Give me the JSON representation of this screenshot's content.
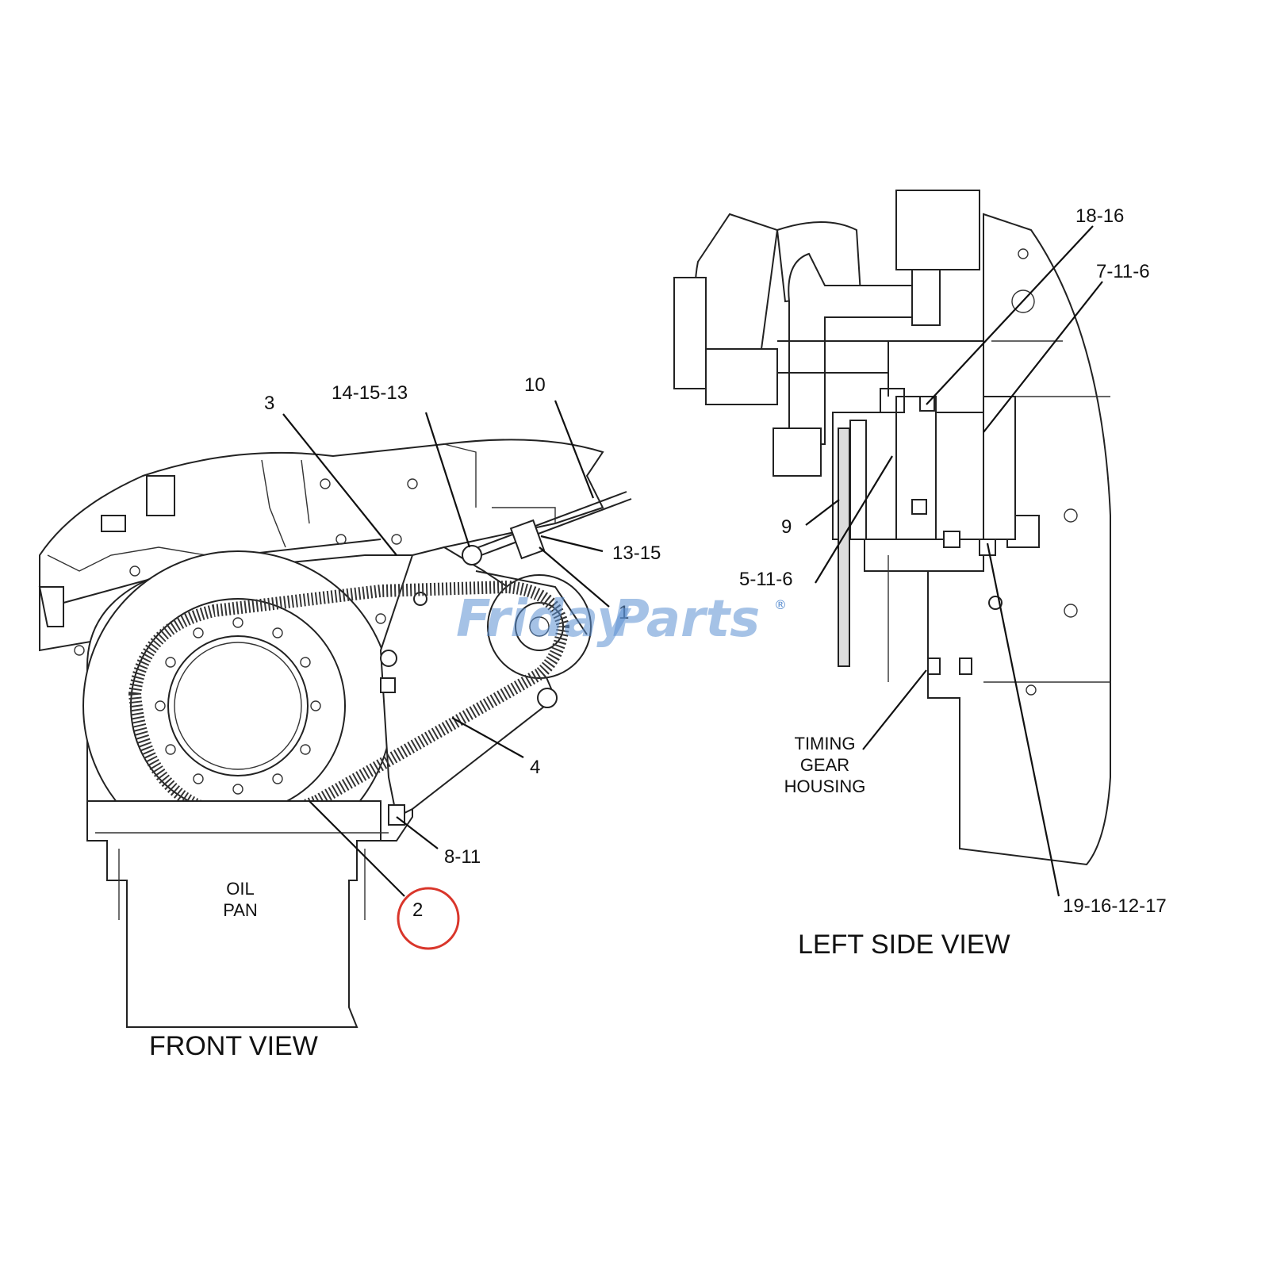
{
  "views": {
    "front": "FRONT VIEW",
    "left_side": "LEFT SIDE VIEW"
  },
  "annotations": {
    "oil_pan_line1": "OIL",
    "oil_pan_line2": "PAN",
    "timing_line1": "TIMING",
    "timing_line2": "GEAR",
    "timing_line3": "HOUSING"
  },
  "callouts": {
    "c3": "3",
    "c14_15_13": "14-15-13",
    "c10": "10",
    "c13_15": "13-15",
    "c1": "1",
    "c4": "4",
    "c8_11": "8-11",
    "c2": "2",
    "c18_16": "18-16",
    "c7_11_6": "7-11-6",
    "c9": "9",
    "c5_11_6": "5-11-6",
    "c19_16_12_17": "19-16-12-17"
  },
  "watermark": {
    "part1": "Friday",
    "part2": "Parts",
    "mark": "®",
    "color_primary": "#5b8fd1",
    "color_accent": "#f2a93b"
  },
  "highlight": {
    "circle_color": "#d9362b"
  }
}
